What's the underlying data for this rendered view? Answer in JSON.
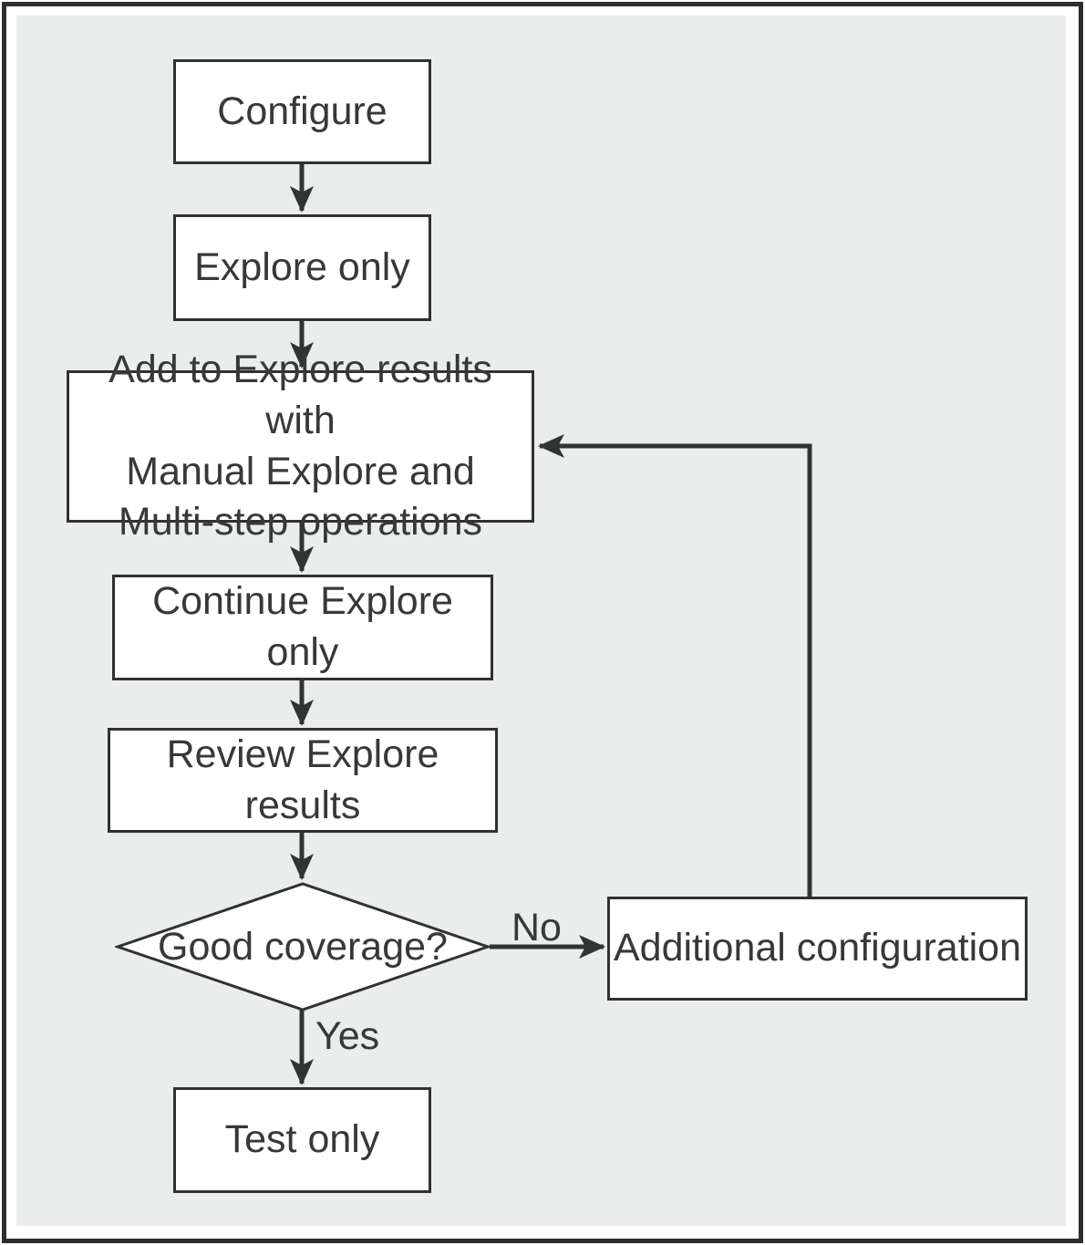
{
  "colors": {
    "page_background": "#ffffff",
    "panel_background": "#ebecec",
    "node_fill": "#ffffff",
    "node_border": "#2f3133",
    "arrow": "#313335",
    "text": "#363839",
    "frame_border": "#2c2e30"
  },
  "nodes": {
    "configure": {
      "label": "Configure",
      "type": "process"
    },
    "explore_only": {
      "label": "Explore only",
      "type": "process"
    },
    "add_explore": {
      "label": "Add to Explore results with Manual Explore and Multi-step operations",
      "lines": [
        "Add to Explore results with",
        "Manual Explore and",
        "Multi-step operations"
      ],
      "type": "process"
    },
    "continue_explore": {
      "label": "Continue Explore only",
      "type": "process"
    },
    "review_results": {
      "label": "Review Explore results",
      "type": "process"
    },
    "good_coverage": {
      "label": "Good coverage?",
      "type": "decision"
    },
    "additional_config": {
      "label": "Additional configuration",
      "type": "process"
    },
    "test_only": {
      "label": "Test only",
      "type": "process"
    }
  },
  "edges": {
    "yes_label": "Yes",
    "no_label": "No"
  }
}
